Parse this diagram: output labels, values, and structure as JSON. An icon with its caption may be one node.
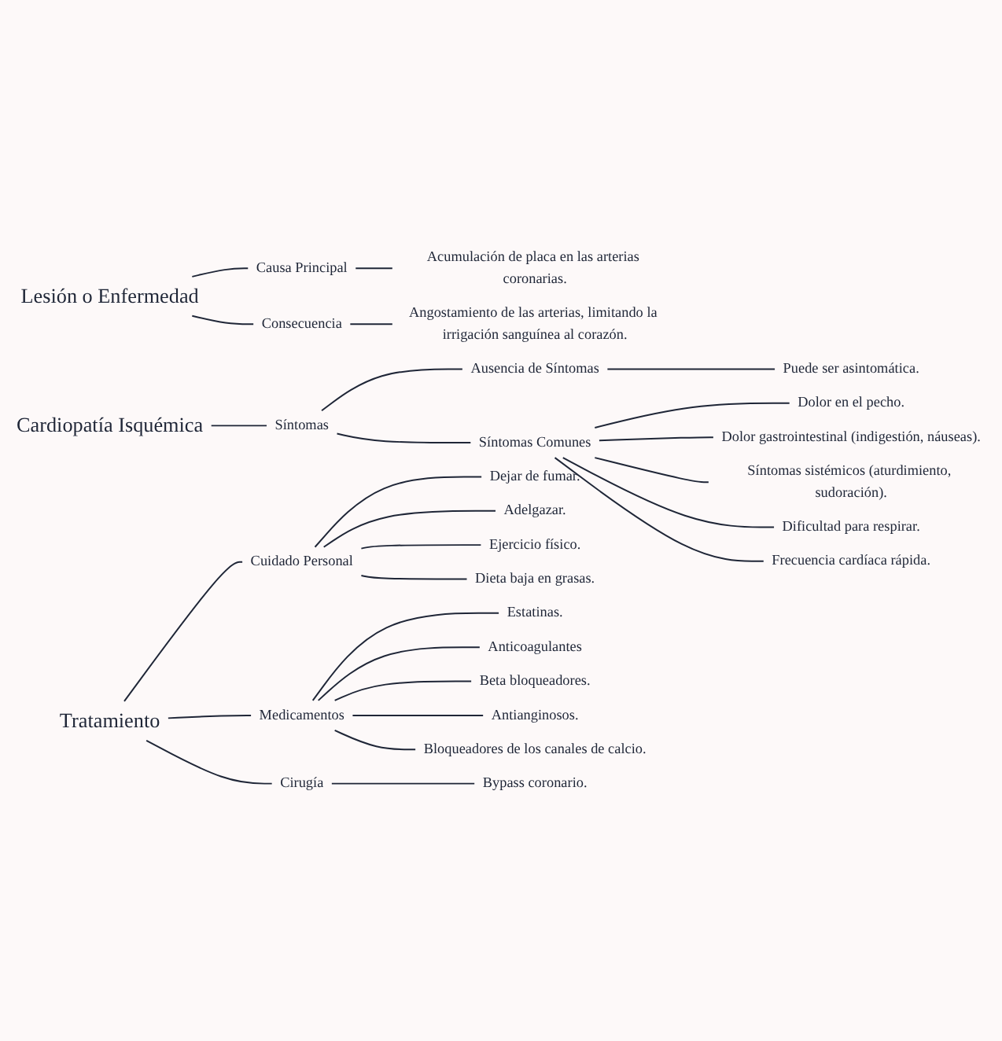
{
  "diagram": {
    "nodes": [
      {
        "text": [
          "Lesión o Enfermedad"
        ]
      },
      {
        "text": [
          "Causa Principal"
        ]
      },
      {
        "text": [
          "Acumulación de placa en las arterias coronarias."
        ]
      },
      {
        "text": [
          "Consecuencia"
        ]
      },
      {
        "text": [
          "Angostamiento de las arterias, limitando la irrigación sanguínea al corazón."
        ]
      },
      {
        "text": [
          "Cardiopatía Isquémica"
        ]
      },
      {
        "text": [
          "Síntomas"
        ]
      },
      {
        "text": [
          "Ausencia de Síntomas"
        ]
      },
      {
        "text": [
          "Puede ser asintomática."
        ]
      },
      {
        "text": [
          "Síntomas Comunes"
        ]
      },
      {
        "text": [
          "Dolor en el pecho."
        ]
      },
      {
        "text": [
          "Dolor gastrointestinal (indigestión, náuseas)."
        ]
      },
      {
        "text": [
          "Síntomas sistémicos (aturdimiento, sudoración)."
        ]
      },
      {
        "text": [
          "Dificultad para respirar."
        ]
      },
      {
        "text": [
          "Frecuencia cardíaca rápida."
        ]
      },
      {
        "text": [
          "Tratamiento"
        ]
      },
      {
        "text": [
          "Cuidado Personal"
        ]
      },
      {
        "text": [
          "Dejar de fumar."
        ]
      },
      {
        "text": [
          "Adelgazar."
        ]
      },
      {
        "text": [
          "Ejercicio físico."
        ]
      },
      {
        "text": [
          "Dieta baja en grasas."
        ]
      },
      {
        "text": [
          "Medicamentos"
        ]
      },
      {
        "text": [
          "Estatinas."
        ]
      },
      {
        "text": [
          "Anticoagulantes"
        ]
      },
      {
        "text": [
          "Beta bloqueadores."
        ]
      },
      {
        "text": [
          "Antianginosos."
        ]
      },
      {
        "text": [
          "Bloqueadores de los canales de calcio."
        ]
      },
      {
        "text": [
          "Cirugía"
        ]
      },
      {
        "text": [
          "Bypass coronario."
        ]
      }
    ],
    "edges": [
      {
        "from": 0,
        "to": 1,
        "arrow": "none"
      },
      {
        "from": 1,
        "to": 2,
        "arrow": "none"
      },
      {
        "from": 0,
        "to": 3,
        "arrow": "none"
      },
      {
        "from": 3,
        "to": 4,
        "arrow": "none"
      },
      {
        "from": 5,
        "to": 6,
        "arrow": "none"
      },
      {
        "from": 6,
        "to": 7,
        "arrow": "none"
      },
      {
        "from": 7,
        "to": 8,
        "arrow": "none"
      },
      {
        "from": 6,
        "to": 9,
        "arrow": "none"
      },
      {
        "from": 9,
        "to": 10,
        "arrow": "none"
      },
      {
        "from": 9,
        "to": 11,
        "arrow": "none"
      },
      {
        "from": 9,
        "to": 12,
        "arrow": "none"
      },
      {
        "from": 9,
        "to": 13,
        "arrow": "none"
      },
      {
        "from": 9,
        "to": 14,
        "arrow": "none"
      },
      {
        "from": 15,
        "to": 16,
        "arrow": "none"
      },
      {
        "from": 16,
        "to": 17,
        "arrow": "none"
      },
      {
        "from": 16,
        "to": 18,
        "arrow": "none"
      },
      {
        "from": 16,
        "to": 19,
        "arrow": "none"
      },
      {
        "from": 16,
        "to": 20,
        "arrow": "none"
      },
      {
        "from": 15,
        "to": 21,
        "arrow": "none"
      },
      {
        "from": 21,
        "to": 22,
        "arrow": "none"
      },
      {
        "from": 21,
        "to": 23,
        "arrow": "none"
      },
      {
        "from": 21,
        "to": 24,
        "arrow": "none"
      },
      {
        "from": 21,
        "to": 25,
        "arrow": "none"
      },
      {
        "from": 21,
        "to": 26,
        "arrow": "none"
      },
      {
        "from": 15,
        "to": 27,
        "arrow": "none"
      },
      {
        "from": 27,
        "to": 28,
        "arrow": "none"
      }
    ]
  }
}
